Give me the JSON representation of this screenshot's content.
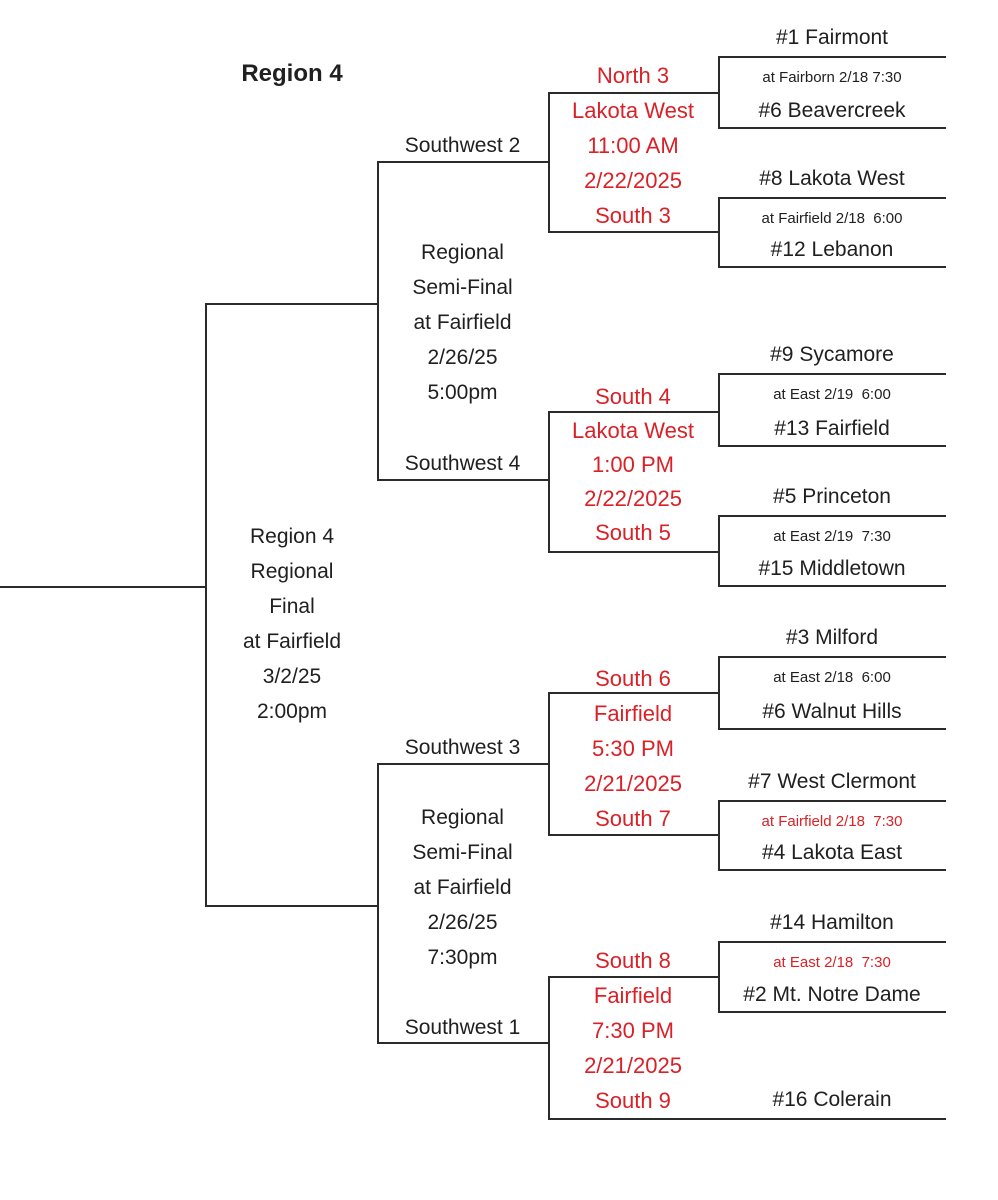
{
  "title": "Region 4",
  "colors": {
    "red": "#d92127",
    "text": "#202020",
    "line": "#2b2b2b"
  },
  "final": {
    "details": [
      "Region 4",
      "Regional",
      "Final",
      "at Fairfield",
      "3/2/25",
      "2:00pm"
    ]
  },
  "semifinals": [
    {
      "label_top": "Southwest 2",
      "label_bottom": "Southwest 4",
      "details": [
        "Regional",
        "Semi-Final",
        "at Fairfield",
        "2/26/25",
        "5:00pm"
      ]
    },
    {
      "label_top": "Southwest 3",
      "label_bottom": "Southwest 1",
      "details": [
        "Regional",
        "Semi-Final",
        "at Fairfield",
        "2/26/25",
        "7:30pm"
      ]
    }
  ],
  "quarterfinals": [
    {
      "details": [
        "North 3",
        "Lakota West",
        "11:00 AM",
        "2/22/2025",
        "South 3"
      ]
    },
    {
      "details": [
        "South 4",
        "Lakota West",
        "1:00 PM",
        "2/22/2025",
        "South 5"
      ]
    },
    {
      "details": [
        "South 6",
        "Fairfield",
        "5:30 PM",
        "2/21/2025",
        "South 7"
      ]
    },
    {
      "details": [
        "South 8",
        "Fairfield",
        "7:30 PM",
        "2/21/2025",
        "South 9"
      ]
    }
  ],
  "games": [
    {
      "top_team": "#1 Fairmont",
      "info": "at Fairborn 2/18 7:30",
      "bottom_team": "#6 Beavercreek",
      "info_color": "black"
    },
    {
      "top_team": "#8 Lakota West",
      "info": "at Fairfield 2/18  6:00",
      "bottom_team": "#12 Lebanon",
      "info_color": "black"
    },
    {
      "top_team": "#9 Sycamore",
      "info": "at East 2/19  6:00",
      "bottom_team": "#13 Fairfield",
      "info_color": "black"
    },
    {
      "top_team": "#5 Princeton",
      "info": "at East 2/19  7:30",
      "bottom_team": "#15 Middletown",
      "info_color": "black"
    },
    {
      "top_team": "#3 Milford",
      "info": "at East 2/18  6:00",
      "bottom_team": "#6 Walnut Hills",
      "info_color": "black"
    },
    {
      "top_team": "#7 West Clermont",
      "info": "at Fairfield 2/18  7:30",
      "bottom_team": "#4 Lakota East",
      "info_color": "red"
    },
    {
      "top_team": "#14 Hamilton",
      "info": "at East 2/18  7:30",
      "bottom_team": "#2 Mt. Notre Dame",
      "info_color": "red"
    }
  ],
  "bye_team": "#16 Colerain"
}
